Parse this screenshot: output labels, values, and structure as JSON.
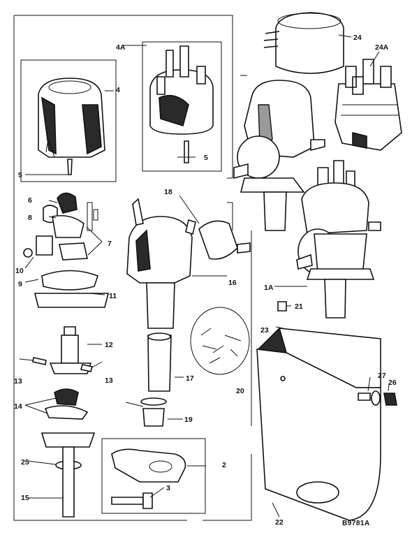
{
  "diagram": {
    "reference": "B9781A",
    "labels": {
      "p1A": "1A",
      "p2": "2",
      "p3": "3",
      "p4": "4",
      "p4A": "4A",
      "p5a": "5",
      "p5b": "5",
      "p6": "6",
      "p7": "7",
      "p8": "8",
      "p9": "9",
      "p10": "10",
      "p11": "11",
      "p12": "12",
      "p13a": "13",
      "p13b": "13",
      "p14": "14",
      "p15": "15",
      "p16": "16",
      "p17": "17",
      "p18": "18",
      "p19": "19",
      "p20": "20",
      "p21": "21",
      "p22": "22",
      "p23": "23",
      "p24": "24",
      "p24A": "24A",
      "p25": "25",
      "p26": "26",
      "p27": "27"
    }
  }
}
